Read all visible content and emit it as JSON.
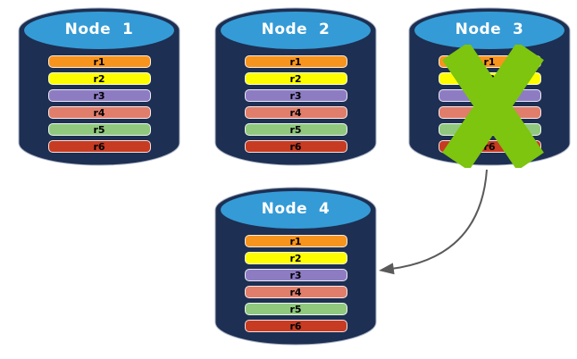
{
  "colors": {
    "background": "#ffffff",
    "cylinder_body": "#1d2f52",
    "cylinder_edge": "#a9b2c3",
    "cylinder_top": "#349bd6",
    "title_text": "#ffffff",
    "row_text": "#000000",
    "failure_x": "#7dc50e",
    "arrow": "#5a5a5a"
  },
  "row_colors": [
    "#f7941e",
    "#fdfd00",
    "#8e7cc3",
    "#e07d6b",
    "#90c87e",
    "#c63b22"
  ],
  "nodes": [
    {
      "title": "Node  1",
      "failed": false,
      "rows": [
        "r1",
        "r2",
        "r3",
        "r4",
        "r5",
        "r6"
      ]
    },
    {
      "title": "Node  2",
      "failed": false,
      "rows": [
        "r1",
        "r2",
        "r3",
        "r4",
        "r5",
        "r6"
      ]
    },
    {
      "title": "Node  3",
      "failed": true,
      "rows": [
        "r1",
        "r2",
        "r3",
        "r4",
        "r5",
        "r6"
      ]
    },
    {
      "title": "Node  4",
      "failed": false,
      "rows": [
        "r1",
        "r2",
        "r3",
        "r4",
        "r5",
        "r6"
      ]
    }
  ],
  "annotations": {
    "failure_x_icon": "x-cross",
    "arrow": {
      "from": "Node 3",
      "to": "Node 4"
    }
  }
}
